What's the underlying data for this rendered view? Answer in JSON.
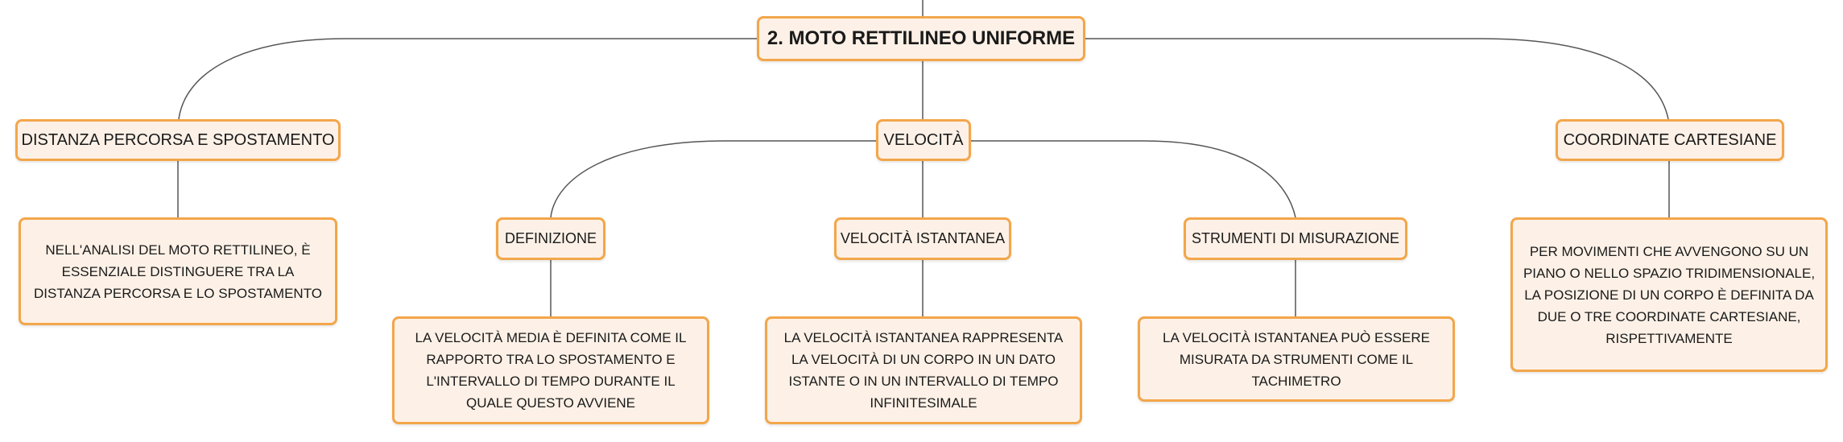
{
  "root": {
    "label": "2. MOTO RETTILINEO UNIFORME"
  },
  "branches": [
    {
      "label": "DISTANZA PERCORSA E SPOSTAMENTO",
      "note": "NELL'ANALISI DEL MOTO RETTILINEO, È ESSENZIALE DISTINGUERE TRA LA DISTANZA PERCORSA E LO SPOSTAMENTO"
    },
    {
      "label": "VELOCITÀ",
      "children": [
        {
          "label": "DEFINIZIONE",
          "note": "LA VELOCITÀ MEDIA È DEFINITA COME IL RAPPORTO TRA LO SPOSTAMENTO E L'INTERVALLO DI TEMPO DURANTE IL QUALE QUESTO AVVIENE"
        },
        {
          "label": "VELOCITÀ ISTANTANEA",
          "note": "LA VELOCITÀ ISTANTANEA RAPPRESENTA LA VELOCITÀ DI UN CORPO IN UN DATO ISTANTE O IN UN INTERVALLO DI TEMPO INFINITESIMALE"
        },
        {
          "label": "STRUMENTI DI MISURAZIONE",
          "note": "LA VELOCITÀ ISTANTANEA PUÒ ESSERE MISURATA DA STRUMENTI COME IL TACHIMETRO"
        }
      ]
    },
    {
      "label": "COORDINATE CARTESIANE",
      "note": "PER MOVIMENTI CHE AVVENGONO SU UN PIANO O NELLO SPAZIO TRIDIMENSIONALE, LA POSIZIONE DI UN CORPO È DEFINITA DA DUE O TRE COORDINATE CARTESIANE, RISPETTIVAMENTE"
    }
  ]
}
